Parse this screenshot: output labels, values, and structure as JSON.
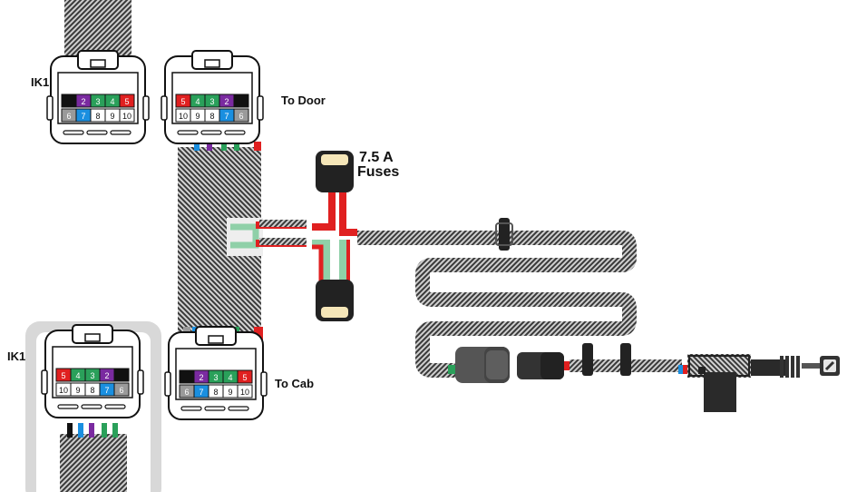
{
  "labels": {
    "ik1_top": "IK1",
    "ik1_bottom": "IK1",
    "to_door": "To Door",
    "to_cab": "To Cab",
    "fuse_rating": "7.5 A",
    "fuse_word": "Fuses"
  },
  "colors": {
    "red": "#e02020",
    "green": "#2aa05a",
    "blue": "#1a8fe0",
    "purple": "#7a2aa0",
    "gray": "#9a9a9a",
    "black": "#111111",
    "mint": "#8fd0a8",
    "fuse_cap": "#f5e6b8"
  },
  "connectors": {
    "ik1_top": {
      "row1": [
        {
          "text": "",
          "color": "black"
        },
        {
          "text": "2",
          "color": "purple"
        },
        {
          "text": "3",
          "color": "green"
        },
        {
          "text": "4",
          "color": "green"
        },
        {
          "text": "5",
          "color": "red"
        }
      ],
      "row2": [
        {
          "text": "6",
          "color": "gray"
        },
        {
          "text": "7",
          "color": "blue"
        },
        {
          "text": "8",
          "color": "white"
        },
        {
          "text": "9",
          "color": "white"
        },
        {
          "text": "10",
          "color": "white"
        }
      ]
    },
    "to_door": {
      "row1": [
        {
          "text": "5",
          "color": "red"
        },
        {
          "text": "4",
          "color": "green"
        },
        {
          "text": "3",
          "color": "green"
        },
        {
          "text": "2",
          "color": "purple"
        },
        {
          "text": "",
          "color": "black"
        }
      ],
      "row2": [
        {
          "text": "10",
          "color": "white"
        },
        {
          "text": "9",
          "color": "white"
        },
        {
          "text": "8",
          "color": "white"
        },
        {
          "text": "7",
          "color": "blue"
        },
        {
          "text": "6",
          "color": "gray"
        }
      ]
    },
    "ik1_bottom": {
      "row1": [
        {
          "text": "5",
          "color": "red"
        },
        {
          "text": "4",
          "color": "green"
        },
        {
          "text": "3",
          "color": "green"
        },
        {
          "text": "2",
          "color": "purple"
        },
        {
          "text": "",
          "color": "black"
        }
      ],
      "row2": [
        {
          "text": "10",
          "color": "white"
        },
        {
          "text": "9",
          "color": "white"
        },
        {
          "text": "8",
          "color": "white"
        },
        {
          "text": "7",
          "color": "blue"
        },
        {
          "text": "6",
          "color": "gray"
        }
      ]
    },
    "to_cab": {
      "row1": [
        {
          "text": "",
          "color": "black"
        },
        {
          "text": "2",
          "color": "purple"
        },
        {
          "text": "3",
          "color": "green"
        },
        {
          "text": "4",
          "color": "green"
        },
        {
          "text": "5",
          "color": "red"
        }
      ],
      "row2": [
        {
          "text": "6",
          "color": "gray"
        },
        {
          "text": "7",
          "color": "blue"
        },
        {
          "text": "8",
          "color": "white"
        },
        {
          "text": "9",
          "color": "white"
        },
        {
          "text": "10",
          "color": "white"
        }
      ]
    }
  }
}
